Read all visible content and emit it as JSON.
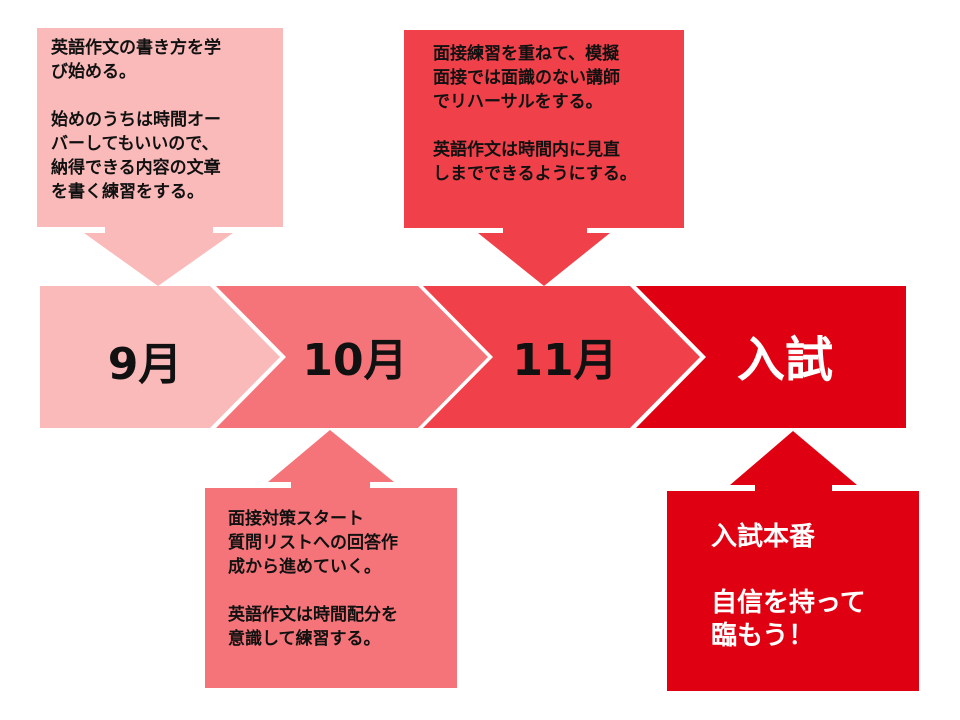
{
  "colors": {
    "september": "#FBBABA",
    "october": "#F57479",
    "november": "#F0404A",
    "exam": "#DF0011"
  },
  "timeline": {
    "september": "9月",
    "october": "10月",
    "november": "11月",
    "exam": "入試"
  },
  "notes": {
    "september": "英語作文の書き方を学\nび始める。\n\n始めのうちは時間オー\nバーしてもいいので、\n納得できる内容の文章\nを書く練習をする。",
    "october": "面接対策スタート\n質問リストへの回答作\n成から進めていく。\n\n英語作文は時間配分を\n意識して練習する。",
    "november": "面接練習を重ねて、模擬\n面接では面識のない講師\nでリハーサルをする。\n\n英語作文は時間内に見直\nしまでできるようにする。",
    "exam": "入試本番\n\n自信を持って\n臨もう！"
  }
}
